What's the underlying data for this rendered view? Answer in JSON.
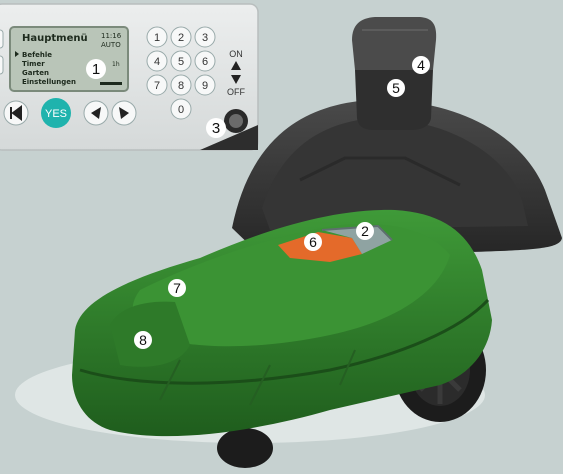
{
  "display": {
    "title": "Hauptmenü",
    "time": "11:16",
    "mode": "AUTO",
    "hours": "1h",
    "menu": [
      "Befehle",
      "Timer",
      "Garten",
      "Einstellungen"
    ]
  },
  "keypad": {
    "digits": [
      "1",
      "2",
      "3",
      "4",
      "5",
      "6",
      "7",
      "8",
      "9",
      "0"
    ],
    "yes_label": "YES",
    "on_label": "ON",
    "off_label": "OFF"
  },
  "callouts": [
    "1",
    "2",
    "3",
    "4",
    "5",
    "6",
    "7",
    "8"
  ],
  "colors": {
    "background": "#c6d1d0",
    "mower_green": "#2f7d2b",
    "lid_orange": "#e46a2a",
    "yes_teal": "#1fb3ad",
    "station_gray": "#3d3d3d"
  }
}
